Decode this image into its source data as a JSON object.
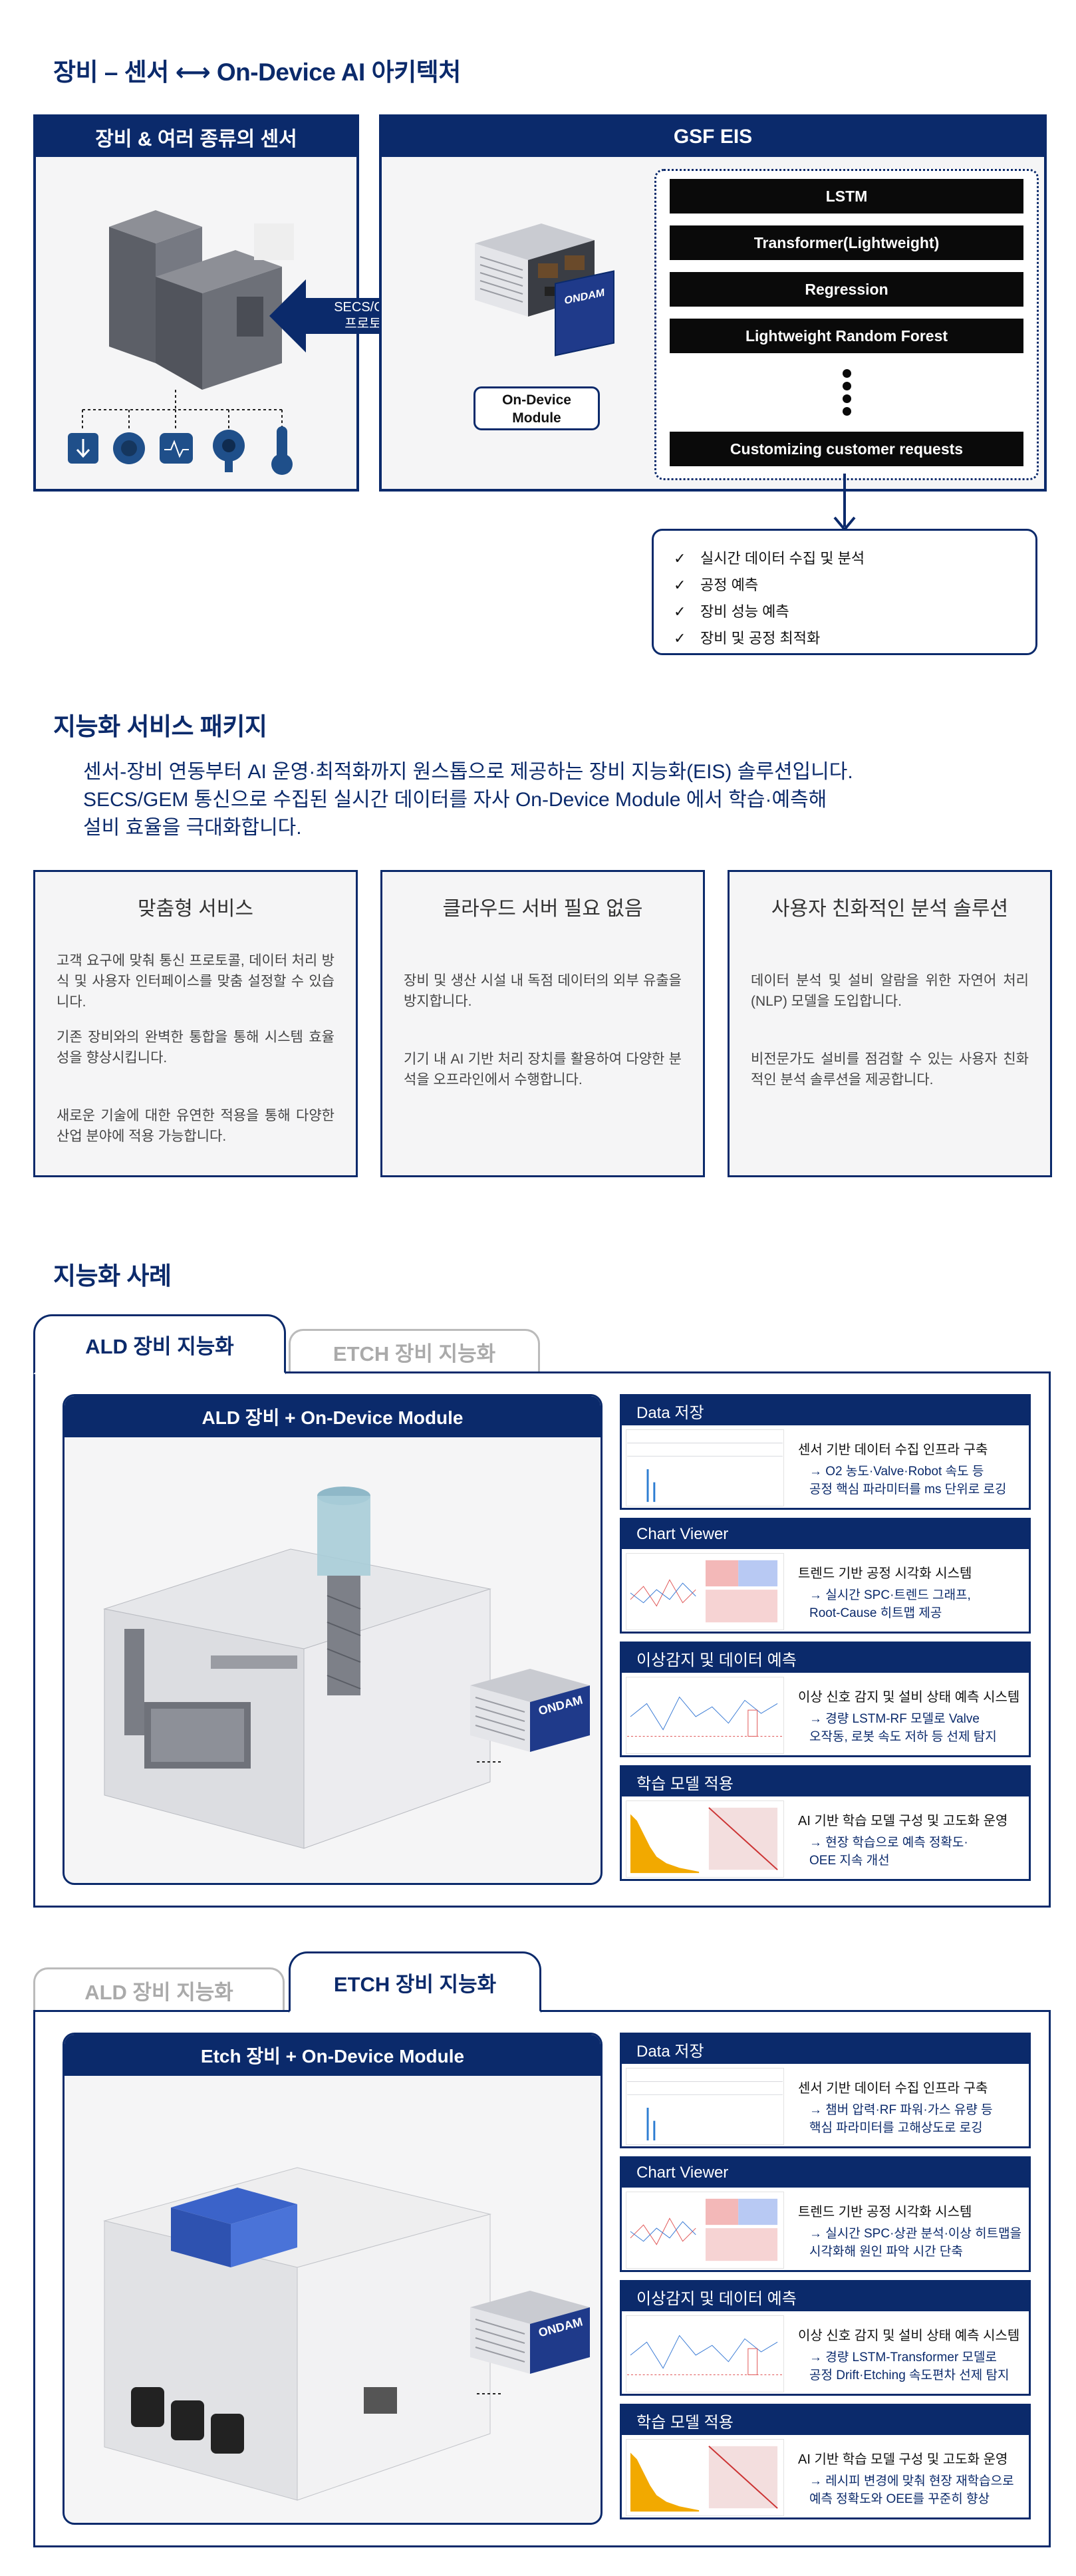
{
  "architecture": {
    "title": "장비 – 센서 ⟷ On-Device AI 아키텍처",
    "left_panel_title": "장비 & 여러 종류의 센서",
    "right_panel_title": "GSF EIS",
    "protocol_label_1": "SECS/GEM",
    "protocol_label_2": "프로토콜",
    "module_label_1": "On-Device",
    "module_label_2": "Module",
    "module_brand": "ONDAM",
    "models": [
      "LSTM",
      "Transformer(Lightweight)",
      "Regression",
      "Lightweight Random Forest",
      "Customizing customer requests"
    ],
    "results": [
      "실시간 데이터 수집 및 분석",
      "공정 예측",
      "장비 성능 예측",
      "장비 및 공정 최적화"
    ],
    "check": "✓"
  },
  "services": {
    "title": "지능화 서비스 패키지",
    "intro_lines": [
      "센서-장비 연동부터 AI 운영·최적화까지 원스톱으로 제공하는 장비 지능화(EIS) 솔루션입니다.",
      "SECS/GEM 통신으로 수집된 실시간 데이터를 자사 On-Device Module 에서 학습·예측해",
      "설비 효율을 극대화합니다."
    ],
    "cards": [
      {
        "title": "맞춤형 서비스",
        "paragraphs": [
          "고객 요구에 맞춰 통신 프로토콜, 데이터 처리 방식 및 사용자 인터페이스를 맞춤 설정할 수 있습니다.",
          "기존 장비와의 완벽한 통합을 통해 시스템 효율성을 향상시킵니다.",
          "새로운 기술에 대한 유연한 적용을 통해 다양한 산업 분야에 적용 가능합니다."
        ]
      },
      {
        "title": "클라우드 서버 필요 없음",
        "paragraphs": [
          "장비 및 생산 시설 내 독점 데이터의 외부 유출을 방지합니다.",
          "기기 내 AI 기반 처리 장치를 활용하여 다양한 분석을 오프라인에서 수행합니다."
        ]
      },
      {
        "title": "사용자 친화적인 분석 솔루션",
        "paragraphs": [
          "데이터 분석 및 설비 알람을 위한 자연어 처리(NLP) 모델을 도입합니다.",
          "비전문가도 설비를 점검할 수 있는 사용자 친화적인 분석 솔루션을 제공합니다."
        ]
      }
    ]
  },
  "cases": {
    "title": "지능화 사례",
    "tab_ald": "ALD 장비 지능화",
    "tab_etch": "ETCH 장비 지능화",
    "ald": {
      "device_title": "ALD 장비 + On-Device Module",
      "module_brand": "ONDAM",
      "cards": [
        {
          "head": "Data 저장",
          "title": "센서 기반 데이터 수집 인프라 구축",
          "desc": "→ O2 농도·Valve·Robot 속도 등\n    공정 핵심 파라미터를 ms 단위로 로깅"
        },
        {
          "head": "Chart Viewer",
          "title": "트렌드 기반 공정 시각화 시스템",
          "desc": "→ 실시간 SPC·트렌드 그래프,\n    Root-Cause 히트맵 제공"
        },
        {
          "head": "이상감지 및 데이터 예측",
          "title": "이상 신호 감지 및 설비 상태 예측 시스템",
          "desc": "→ 경량 LSTM-RF 모델로 Valve\n    오작동, 로봇 속도 저하 등 선제 탐지"
        },
        {
          "head": "학습 모델 적용",
          "title": "AI 기반 학습 모델 구성 및 고도화 운영",
          "desc": "→ 현장 학습으로 예측 정확도·\n    OEE 지속 개선"
        }
      ]
    },
    "etch": {
      "device_title": "Etch 장비 + On-Device Module",
      "module_brand": "ONDAM",
      "cards": [
        {
          "head": "Data 저장",
          "title": "센서 기반 데이터 수집 인프라 구축",
          "desc": "→ 챔버 압력·RF 파워·가스 유량 등\n    핵심 파라미터를 고해상도로 로깅"
        },
        {
          "head": "Chart Viewer",
          "title": "트렌드 기반 공정 시각화 시스템",
          "desc": "→ 실시간 SPC·상관 분석·이상 히트맵을\n    시각화해 원인 파악 시간 단축"
        },
        {
          "head": "이상감지 및 데이터 예측",
          "title": "이상 신호 감지 및 설비 상태 예측 시스템",
          "desc": "→ 경량 LSTM-Transformer 모델로\n    공정 Drift·Etching 속도편차 선제 탐지"
        },
        {
          "head": "학습 모델 적용",
          "title": "AI 기반 학습 모델 구성 및 고도화 운영",
          "desc": "→ 레시피 변경에 맞춰 현장 재학습으로\n    예측 정확도와 OEE를 꾸준히 향상"
        }
      ]
    }
  },
  "colors": {
    "navy": "#0b2a6b",
    "panel_bg": "#f5f5f6",
    "black": "#0a0a0a"
  }
}
